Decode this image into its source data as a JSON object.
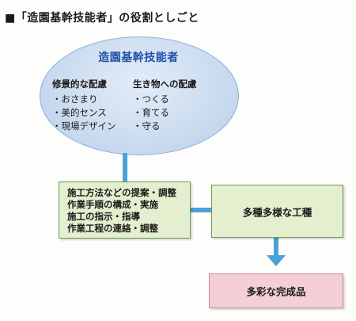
{
  "title": "■「造園基幹技能者」の役割としごと",
  "oval": {
    "title": "造園基幹技能者",
    "left_column": {
      "heading": "修景的な配慮",
      "items": [
        "・おさまり",
        "・美的センス",
        "・現場デザイン"
      ]
    },
    "right_column": {
      "heading": "生き物への配慮",
      "items": [
        "・つくる",
        "・育てる",
        "・守る"
      ]
    }
  },
  "tasks_box": {
    "lines": [
      "施工方法などの提案・調整",
      "作業手順の構成・実施",
      "施工の指示・指導",
      "作業工程の連絡・調整"
    ]
  },
  "trades_box": {
    "text": "多種多様な工種"
  },
  "result_box": {
    "text": "多彩な完成品"
  },
  "colors": {
    "oval_fill": "#c6d8ee",
    "oval_title": "#1f4fa8",
    "connector": "#4aa3d8",
    "green_box": "#e4efcf",
    "pink_box": "#f4cfd6"
  }
}
